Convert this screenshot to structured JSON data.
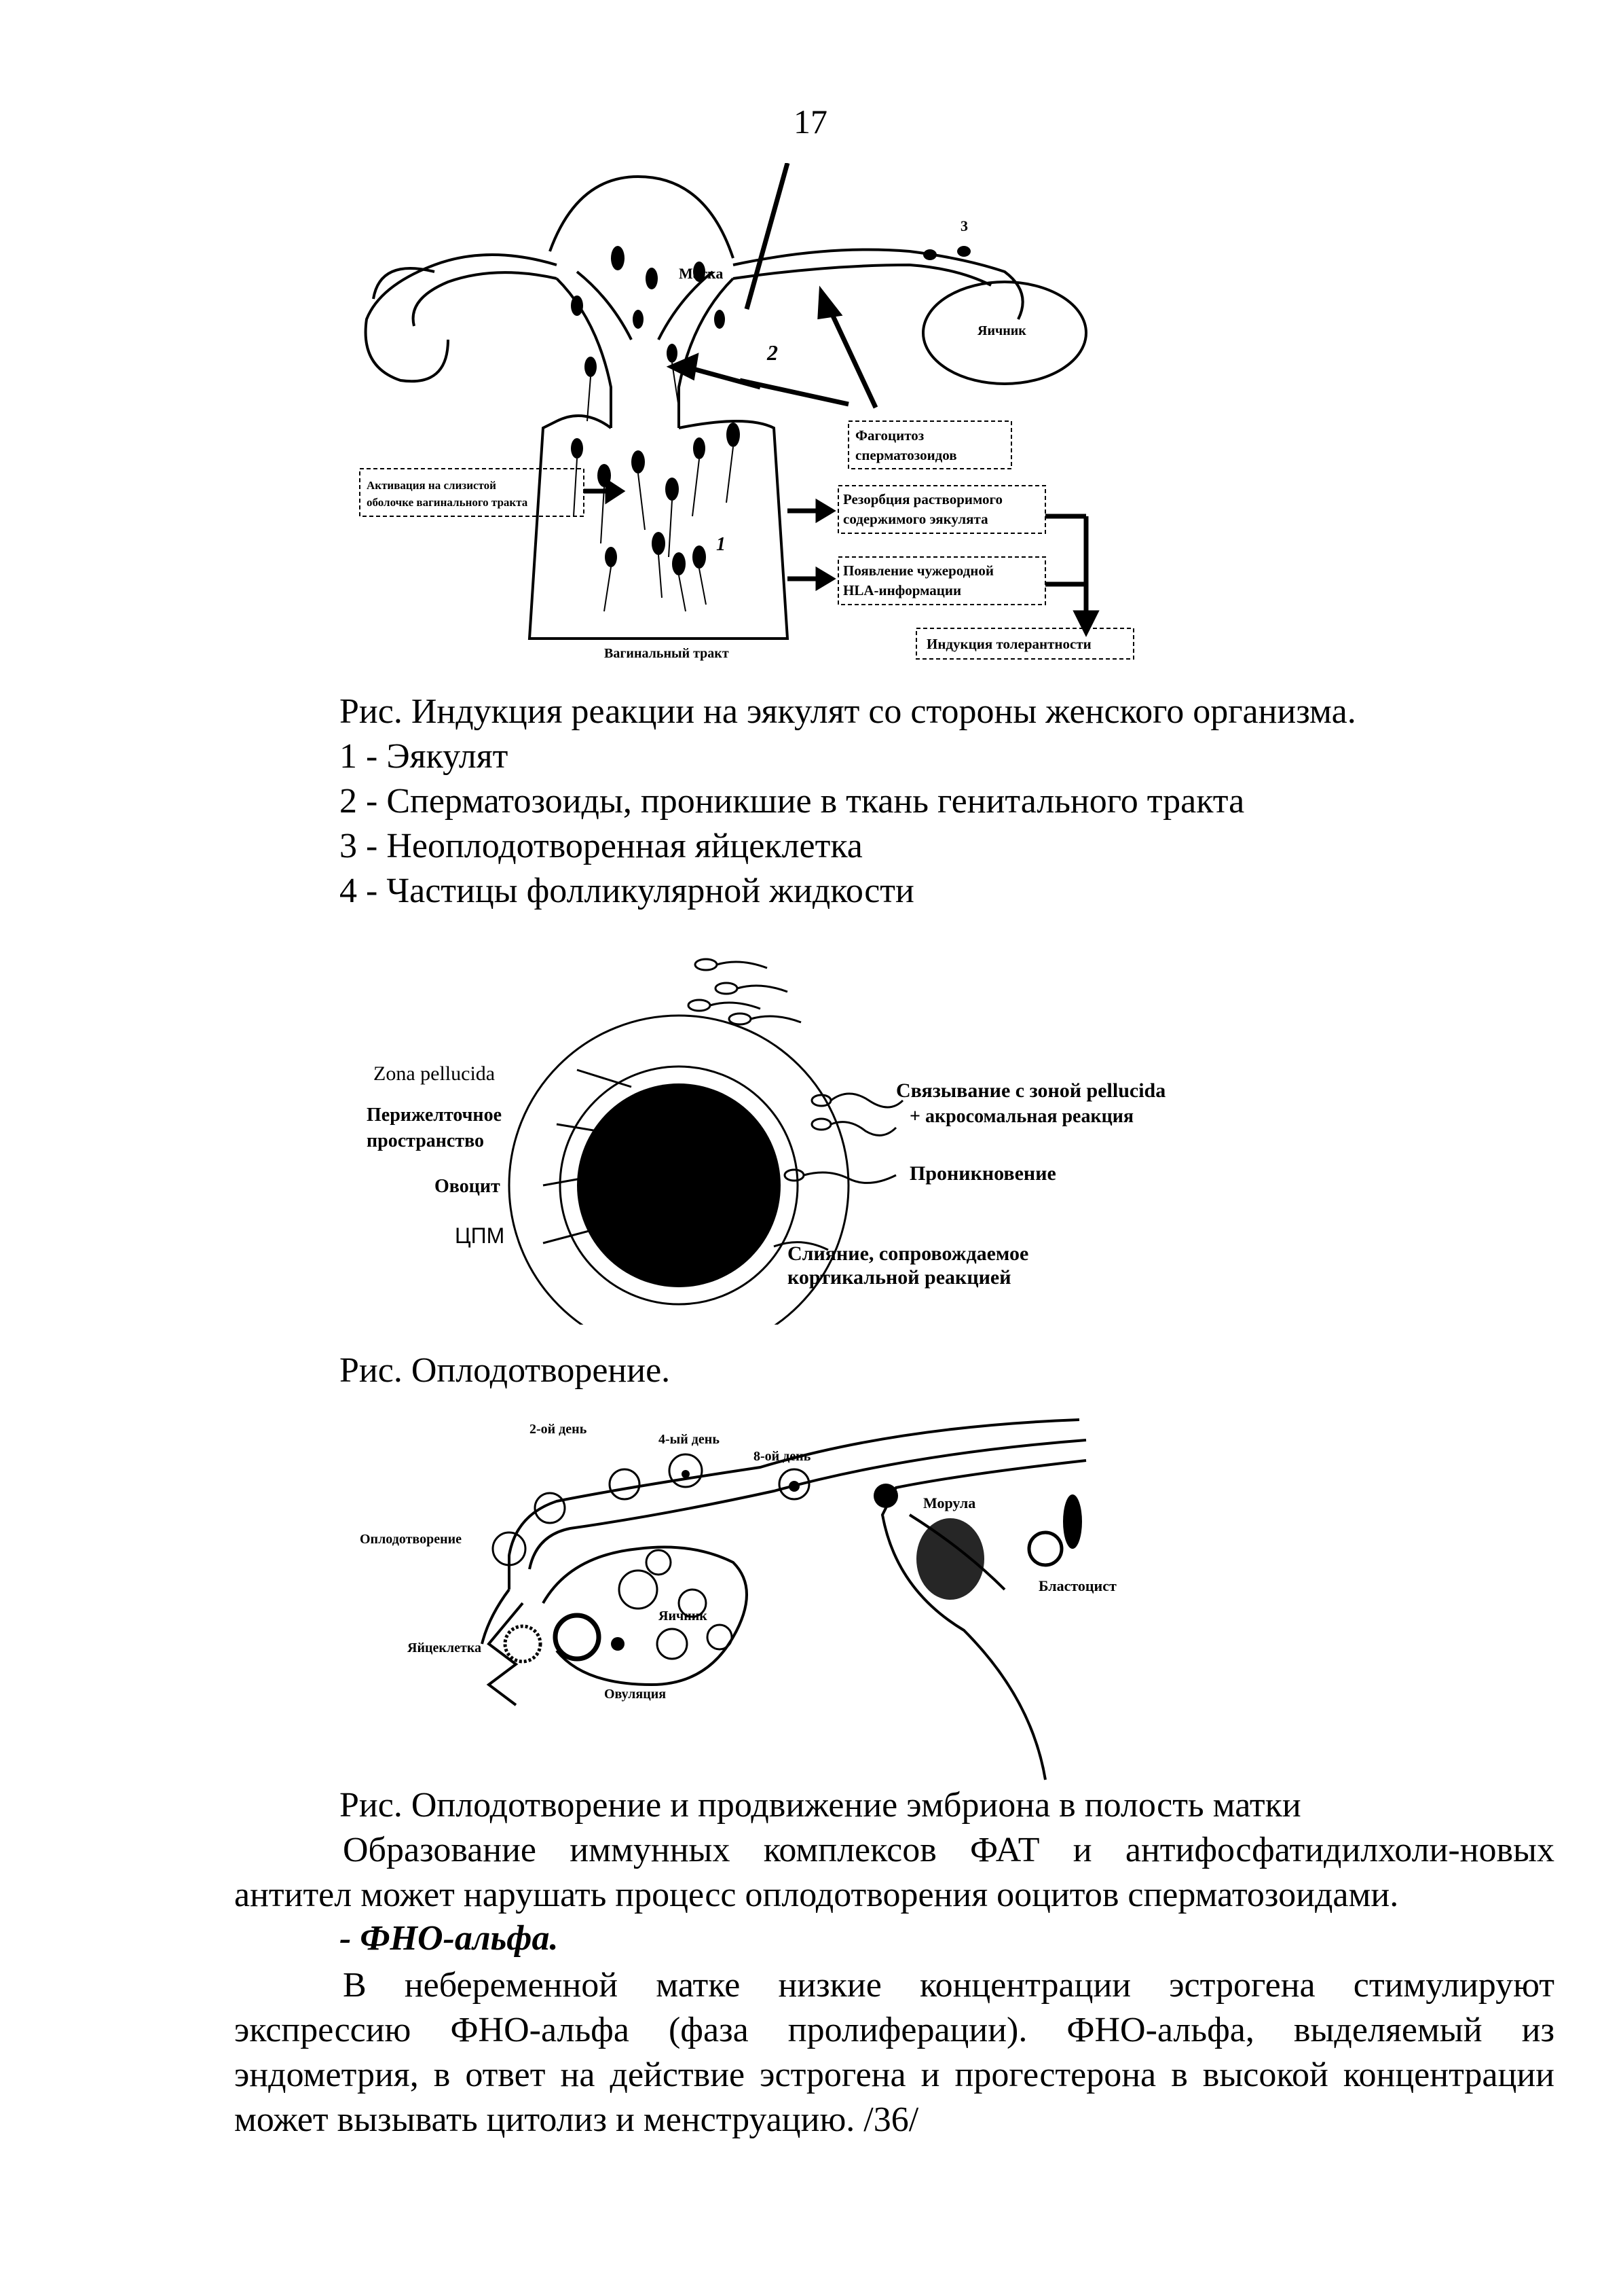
{
  "page_number": "17",
  "figure1": {
    "labels": {
      "uterus": "Матка",
      "ovary": "Яичник",
      "vagina": "Вагинальный тракт",
      "num1": "1",
      "num2": "2",
      "num3": "3"
    },
    "boxes": {
      "activation_line1": "Активация на слизистой",
      "activation_line2": "оболочке вагинального тракта",
      "phago_line1": "Фагоцитоз",
      "phago_line2": "сперматозоидов",
      "resorb_line1": "Резорбция растворимого",
      "resorb_line2": "содержимого эякулята",
      "hla_line1": "Появление чужеродной",
      "hla_line2": "HLA-информации",
      "tolerance": "Индукция толерантности"
    },
    "caption": {
      "title": "Рис. Индукция реакции на эякулят со стороны женского организма.",
      "items": [
        "1 - Эякулят",
        "2 - Сперматозоиды, проникшие в ткань генитального тракта",
        "3 - Неоплодотворенная яйцеклетка",
        "4 - Частицы фолликулярной жидкости"
      ]
    }
  },
  "figure2": {
    "labels": {
      "zona": "Zona pellucida",
      "periv1": "Перижелточное",
      "periv2": "пространство",
      "oocyte": "Овоцит",
      "cpm": "ЦПМ",
      "binding1": "Связывание с зоной pellucida",
      "binding2": "+ акросомальная реакция",
      "penetration": "Проникновение",
      "fusion1": "Слияние, сопровождаемое",
      "fusion2": "кортикальной реакцией"
    },
    "caption": "Рис. Оплодотворение."
  },
  "figure3": {
    "labels": {
      "day2": "2-ой день",
      "day4": "4-ый день",
      "day8": "8-ой день",
      "morula": "Морула",
      "fertilization": "Оплодотворение",
      "ovary": "Яичник",
      "blastocyst": "Бластоцист",
      "egg": "Яйцеклетка",
      "ovulation": "Овуляция"
    },
    "caption": "Рис. Оплодотворение и продвижение эмбриона в полость матки"
  },
  "text": {
    "para1": "Образование иммунных комплексов ФАТ и антифосфатидилхоли-новых антител может нарушать процесс оплодотворения ооцитов сперматозоидами.",
    "heading": "- ФНО-альфа.",
    "para2": "В небеременной матке низкие концентрации эстрогена стимулируют экспрессию ФНО-альфа (фаза пролиферации). ФНО-альфа, выделяемый из эндометрия, в ответ на действие эстрогена и прогестерона в высокой концентрации может вызывать цитолиз и менструацию. /36/"
  }
}
